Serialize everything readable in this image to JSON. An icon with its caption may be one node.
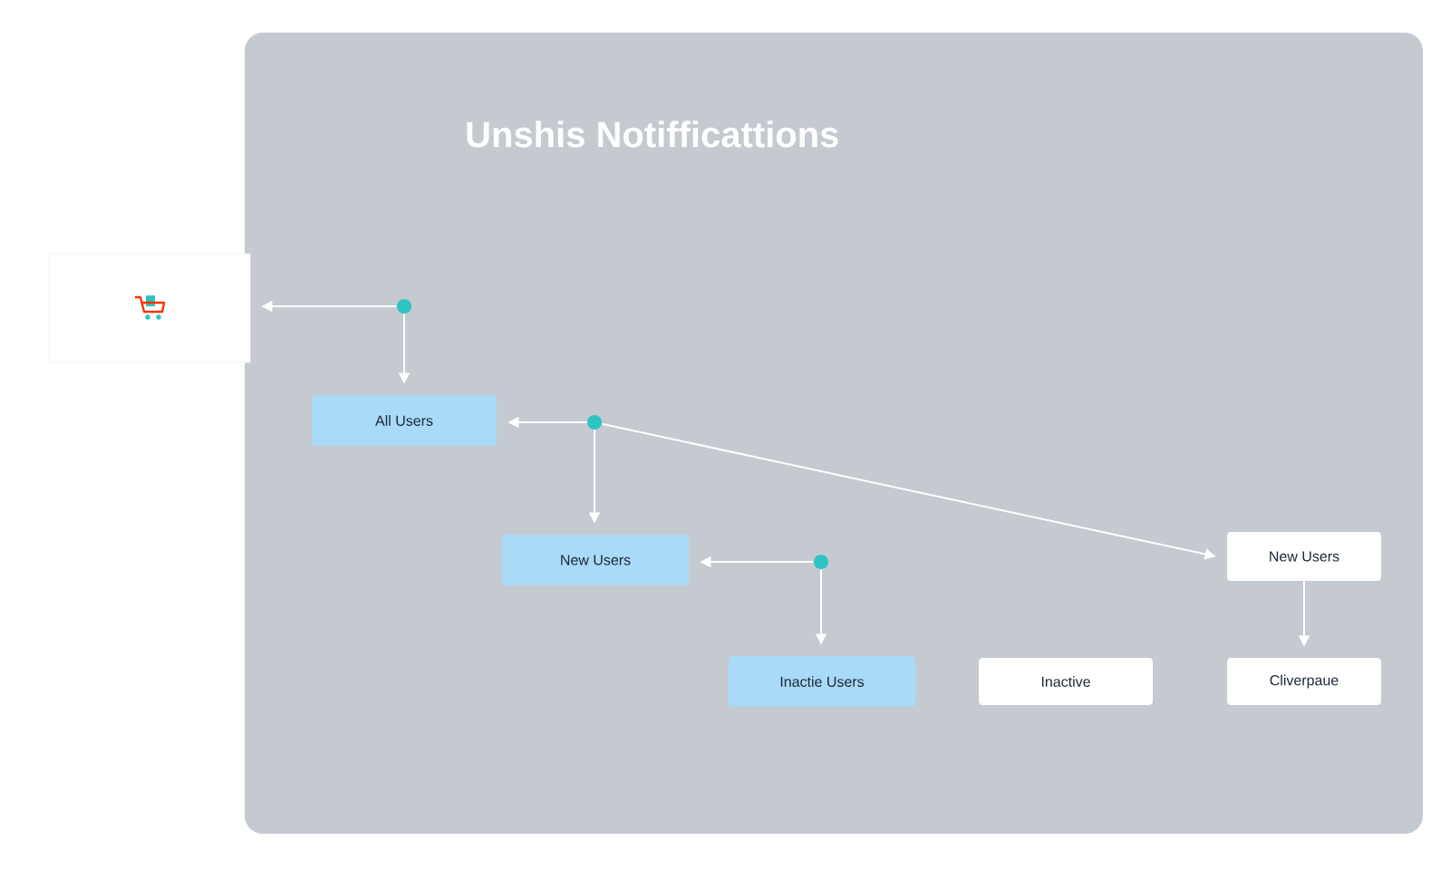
{
  "diagram": {
    "title": "Unshis Notifficattions",
    "nodes": [
      {
        "text": [],
        "shape": "picture"
      },
      {
        "text": [],
        "shape": "circle"
      },
      {
        "text": [
          "All Users"
        ]
      },
      {
        "text": [],
        "shape": "circle"
      },
      {
        "text": [
          "New Users"
        ]
      },
      {
        "text": [],
        "shape": "circle"
      },
      {
        "text": [
          "Inactie Users"
        ]
      },
      {
        "text": [
          "New Users"
        ]
      },
      {
        "text": [
          "Inactive"
        ]
      },
      {
        "text": [
          "Cliverpaue"
        ]
      }
    ],
    "edges": [
      {
        "from": 1,
        "to": 0,
        "arrow": "to"
      },
      {
        "from": 1,
        "to": 2,
        "arrow": "to"
      },
      {
        "from": 3,
        "to": 2,
        "arrow": "to"
      },
      {
        "from": 3,
        "to": 4,
        "arrow": "to"
      },
      {
        "from": 3,
        "to": 7,
        "arrow": "to"
      },
      {
        "from": 5,
        "to": 4,
        "arrow": "to"
      },
      {
        "from": 5,
        "to": 6,
        "arrow": "to"
      },
      {
        "from": 7,
        "to": 9,
        "arrow": "to"
      }
    ]
  }
}
